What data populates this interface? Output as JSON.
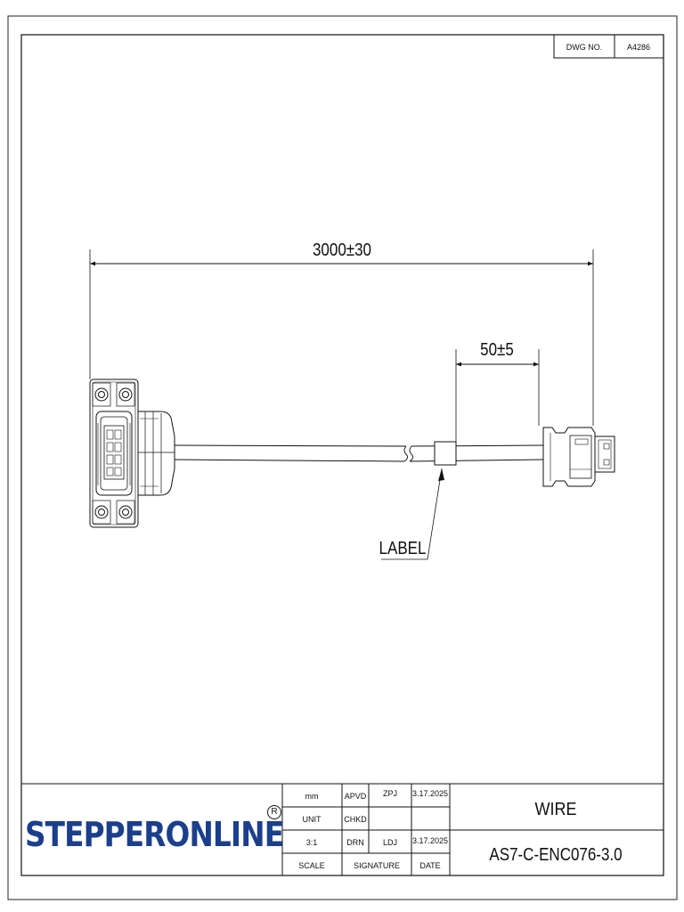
{
  "header_block": {
    "dwg_no_label": "DWG  NO.",
    "dwg_no_value": "A4286"
  },
  "dimensions": {
    "overall_length": "3000±30",
    "label_offset": "50±5"
  },
  "callouts": {
    "label": "LABEL"
  },
  "title_block": {
    "brand": "STEPPERONLINE",
    "registered_mark": "R",
    "brand_color": "#1c3f8c",
    "unit_value": "mm",
    "unit_label": "UNIT",
    "scale_value": "3:1",
    "scale_label": "SCALE",
    "apvd_label": "APVD",
    "apvd_signature": "ZPJ",
    "apvd_date": "3.17.2025",
    "chkd_label": "CHKD",
    "drn_label": "DRN",
    "drn_signature": "LDJ",
    "drn_date": "3.17.2025",
    "signature_label": "SIGNATURE",
    "date_label": "DATE",
    "part_type": "WIRE",
    "part_number": "AS7-C-ENC076-3.0"
  }
}
